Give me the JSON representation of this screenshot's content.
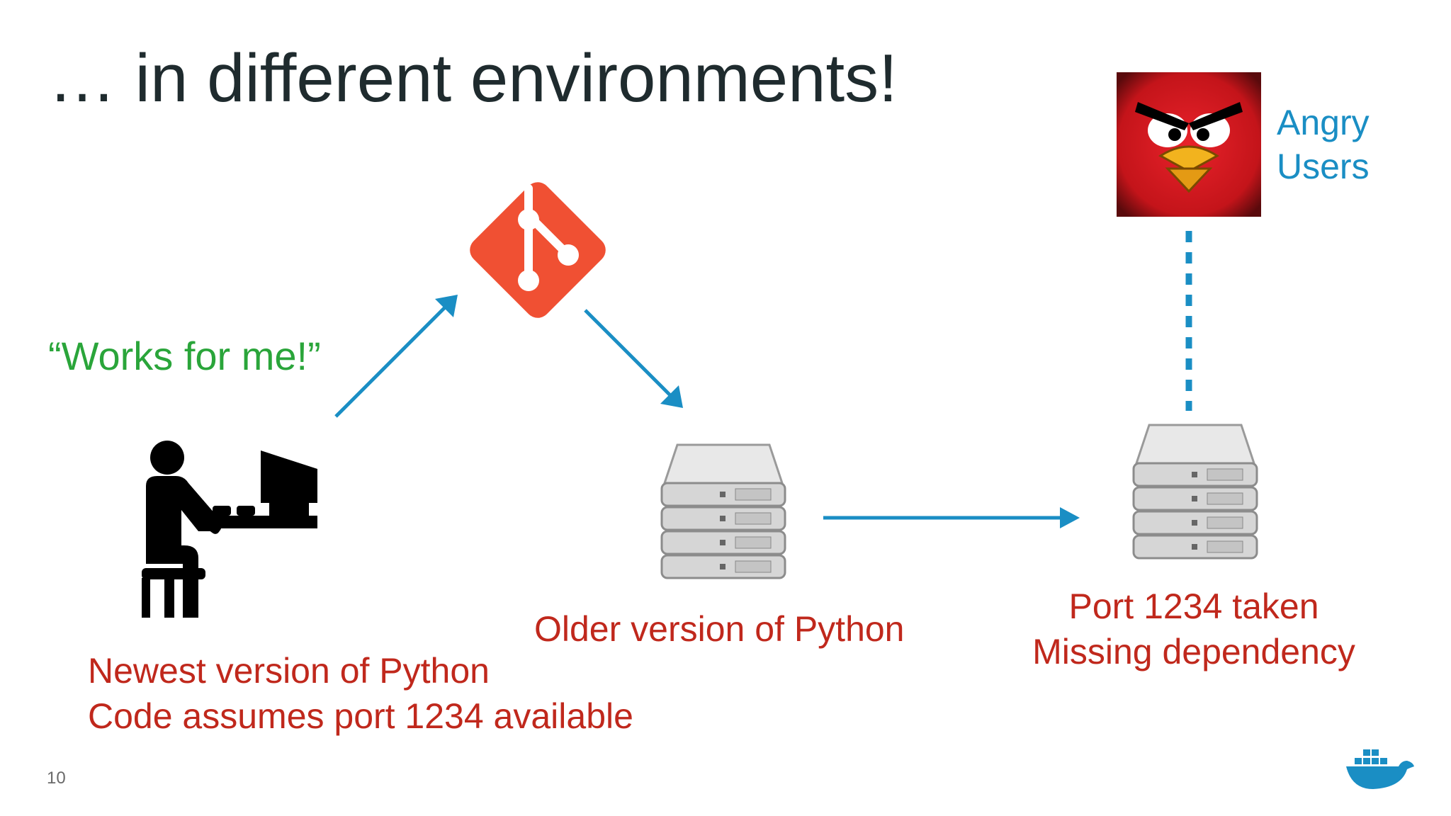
{
  "slide": {
    "title": "… in different environments!",
    "page_number": "10"
  },
  "developer": {
    "quote": "“Works for me!”",
    "notes": [
      "Newest version of Python",
      "Code assumes port 1234 available"
    ],
    "icon": "person-at-computer-icon"
  },
  "git": {
    "icon": "git-logo-icon",
    "color": "#f05033"
  },
  "server_middle": {
    "icon": "server-rack-icon",
    "note": "Older version of Python"
  },
  "server_right": {
    "icon": "server-rack-icon",
    "notes": [
      "Port 1234 taken",
      "Missing dependency"
    ]
  },
  "angry_users": {
    "icon": "angry-bird-icon",
    "label_lines": [
      "Angry",
      "Users"
    ]
  },
  "docker": {
    "icon": "docker-whale-icon"
  },
  "colors": {
    "arrow": "#1a8ec4",
    "note_red": "#c0281c",
    "quote_green": "#2aa53a",
    "title": "#1f2b2e"
  }
}
